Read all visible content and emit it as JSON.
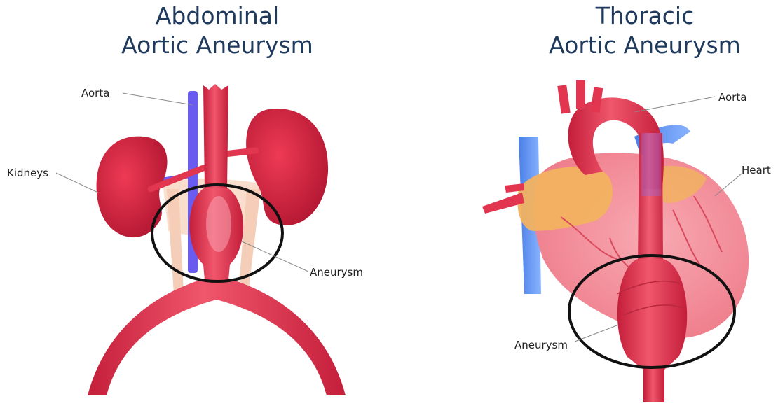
{
  "panels": [
    {
      "title_line1": "Abdominal",
      "title_line2": "Aortic Aneurysm",
      "labels": {
        "aorta": "Aorta",
        "kidneys": "Kidneys",
        "aneurysm": "Aneurysm"
      }
    },
    {
      "title_line1": "Thoracic",
      "title_line2": "Aortic Aneurysm",
      "labels": {
        "aorta": "Aorta",
        "heart": "Heart",
        "aneurysm": "Aneurysm"
      }
    }
  ],
  "colors": {
    "title": "#1f3a5c",
    "aorta": "#e2354f",
    "kidney": "#c8203a",
    "vein": "#6a5cf0",
    "heart": "#f08a96",
    "fat": "#f2b260",
    "circle": "#111111"
  }
}
